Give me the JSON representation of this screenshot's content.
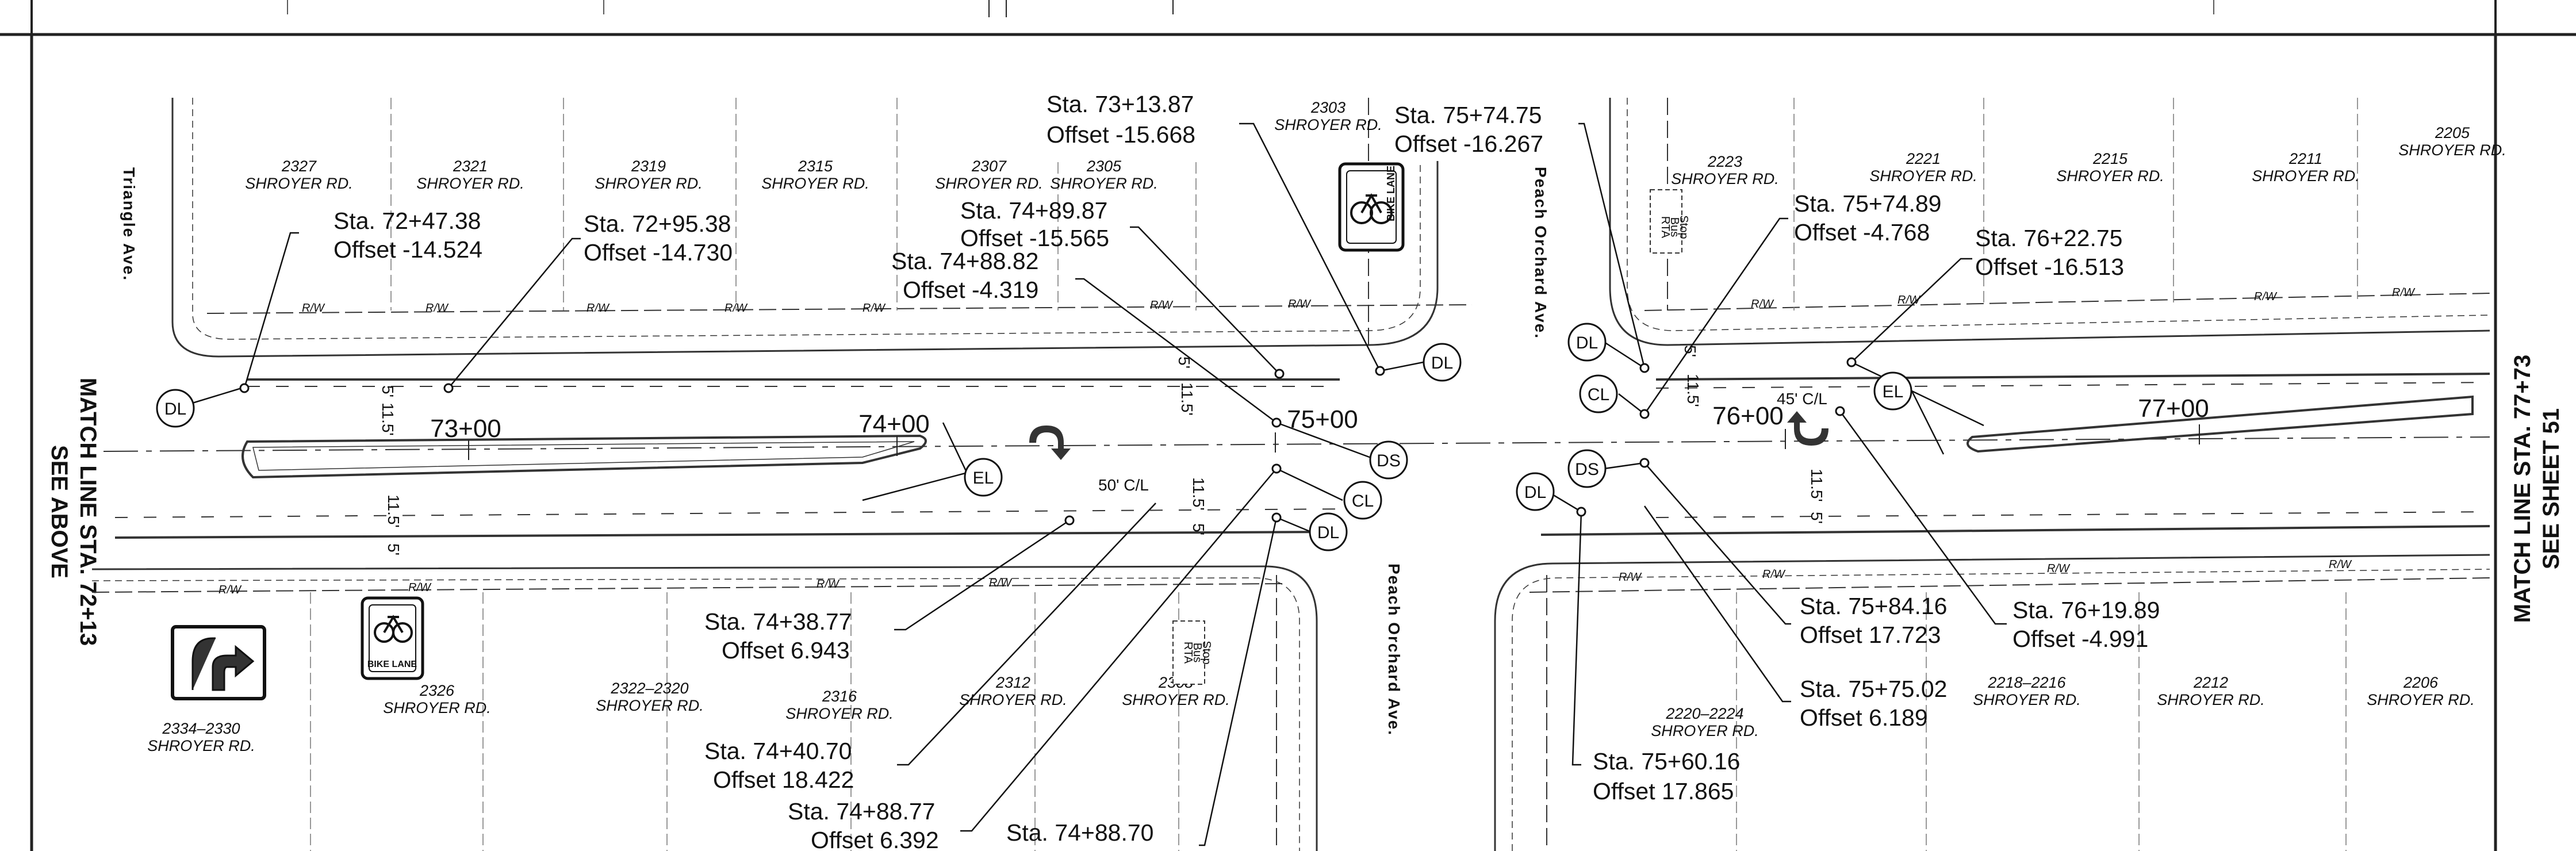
{
  "match_lines": {
    "left": {
      "line1": "MATCH LINE STA. 72+13",
      "line2": "SEE ABOVE"
    },
    "right": {
      "line1": "MATCH LINE STA. 77+73",
      "line2": "SEE SHEET 51"
    }
  },
  "streets": {
    "triangle": "Triangle Ave.",
    "peach_north": "Peach Orchard Ave.",
    "peach_south": "Peach Orchard Ave."
  },
  "addresses_north": [
    {
      "num": "2327",
      "street": "SHROYER RD."
    },
    {
      "num": "2321",
      "street": "SHROYER RD."
    },
    {
      "num": "2319",
      "street": "SHROYER RD."
    },
    {
      "num": "2315",
      "street": "SHROYER RD."
    },
    {
      "num": "2307",
      "street": "SHROYER RD."
    },
    {
      "num": "2305",
      "street": "SHROYER RD."
    },
    {
      "num": "2303",
      "street": "SHROYER RD."
    },
    {
      "num": "2223",
      "street": "SHROYER RD."
    },
    {
      "num": "2221",
      "street": "SHROYER RD."
    },
    {
      "num": "2215",
      "street": "SHROYER RD."
    },
    {
      "num": "2211",
      "street": "SHROYER RD."
    },
    {
      "num": "2205",
      "street": "SHROYER RD."
    }
  ],
  "addresses_south": [
    {
      "num": "2334–2330",
      "street": "SHROYER RD."
    },
    {
      "num": "2326",
      "street": "SHROYER RD."
    },
    {
      "num": "2322–2320",
      "street": "SHROYER RD."
    },
    {
      "num": "2316",
      "street": "SHROYER RD."
    },
    {
      "num": "2312",
      "street": "SHROYER RD."
    },
    {
      "num": "2308",
      "street": "SHROYER RD."
    },
    {
      "num": "2220–2224",
      "street": "SHROYER RD."
    },
    {
      "num": "2218–2216",
      "street": "SHROYER RD."
    },
    {
      "num": "2212",
      "street": "SHROYER RD."
    },
    {
      "num": "2206",
      "street": "SHROYER RD."
    }
  ],
  "stations": [
    "73+00",
    "74+00",
    "75+00",
    "76+00",
    "77+00"
  ],
  "callouts": [
    {
      "sta": "Sta.  73+13.87",
      "offset": "Offset  -15.668"
    },
    {
      "sta": "Sta.  75+74.75",
      "offset": "Offset  -16.267"
    },
    {
      "sta": "Sta.  72+47.38",
      "offset": "Offset  -14.524"
    },
    {
      "sta": "Sta.  72+95.38",
      "offset": "Offset  -14.730"
    },
    {
      "sta": "Sta.  74+89.87",
      "offset": "Offset  -15.565"
    },
    {
      "sta": "Sta.  74+88.82",
      "offset": "Offset  -4.319"
    },
    {
      "sta": "Sta.  75+74.89",
      "offset": "Offset  -4.768"
    },
    {
      "sta": "Sta.  76+22.75",
      "offset": "Offset  -16.513"
    },
    {
      "sta": "Sta.  74+38.77",
      "offset": "Offset  6.943"
    },
    {
      "sta": "Sta.  74+40.70",
      "offset": "Offset  18.422"
    },
    {
      "sta": "Sta.  74+88.77",
      "offset": "Offset  6.392"
    },
    {
      "sta": "Sta.  74+88.70",
      "offset": ""
    },
    {
      "sta": "Sta.  75+84.16",
      "offset": "Offset  17.723"
    },
    {
      "sta": "Sta.  76+19.89",
      "offset": "Offset  -4.991"
    },
    {
      "sta": "Sta.  75+75.02",
      "offset": "Offset  6.189"
    },
    {
      "sta": "Sta.  75+60.16",
      "offset": "Offset  17.865"
    }
  ],
  "bubbles": {
    "dl": "DL",
    "el": "EL",
    "ds": "DS",
    "cl": "CL"
  },
  "dims": {
    "w5": "5'",
    "w115": "11.5'",
    "cl50": "50' C/L",
    "cl45": "45' C/L"
  },
  "signs": {
    "bike_lane": "BIKE LANE",
    "rta_line1": "RTA",
    "rta_line2": "Bus",
    "rta_line3": "Stop"
  },
  "rw": "R/W"
}
